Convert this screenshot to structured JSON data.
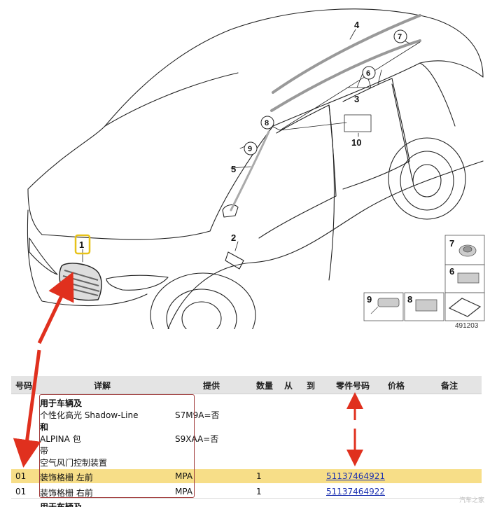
{
  "diagram": {
    "callouts": [
      "1",
      "2",
      "3",
      "4",
      "5",
      "6",
      "7",
      "8",
      "9",
      "10"
    ],
    "inset_labels": [
      "7",
      "6",
      "9",
      "8"
    ],
    "ref_number": "491203",
    "colors": {
      "highlight_box": "#e7c21a",
      "arrow": "#e0301e"
    }
  },
  "table": {
    "headers": {
      "no": "号码",
      "detail": "详解",
      "supply": "提供",
      "qty": "数量",
      "from": "从",
      "to": "到",
      "part_no": "零件号码",
      "price": "价格",
      "note": "备注"
    },
    "condition": {
      "lines": [
        "用于车辆及",
        "个性化高光 Shadow-Line",
        "和",
        "ALPINA 包",
        "带",
        "空气风门控制装置"
      ],
      "codes": [
        "S7M9A=否",
        "S9XAA=否"
      ]
    },
    "rows": [
      {
        "no": "01",
        "detail": "装饰格栅 左前",
        "supply": "MPA",
        "qty": "1",
        "part_no": "51137464921"
      },
      {
        "no": "01",
        "detail": "装饰格栅 右前",
        "supply": "MPA",
        "qty": "1",
        "part_no": "51137464922"
      }
    ],
    "next_condition": "用于车辆及",
    "highlight_color": "#f7de88"
  },
  "watermark": "汽车之家"
}
